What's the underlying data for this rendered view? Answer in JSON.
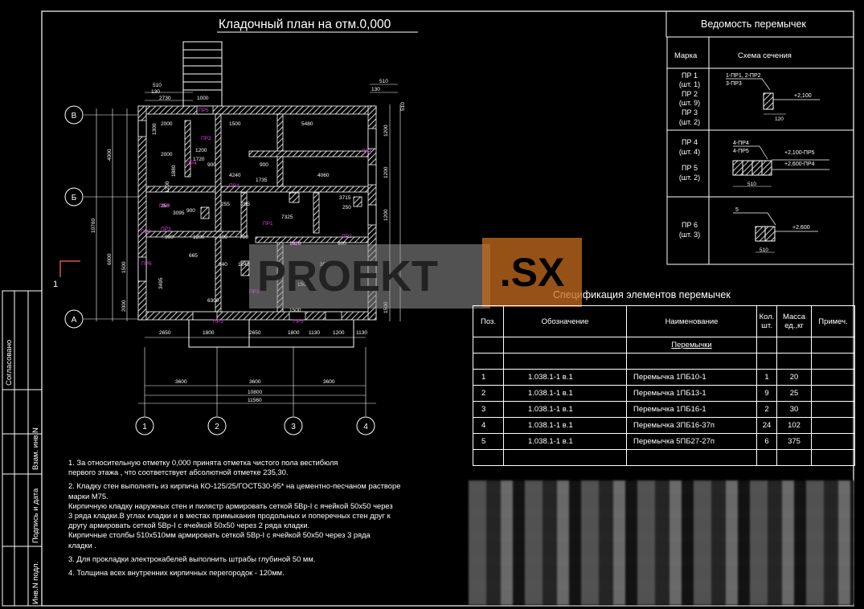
{
  "drawing": {
    "title": "Кладочный план на отм.0,000",
    "axes_rows": [
      "В",
      "Б",
      "А"
    ],
    "axes_cols": [
      "1",
      "2",
      "3",
      "4"
    ],
    "section_mark": "1",
    "dims_top": [
      "510",
      "130",
      "2730",
      "1000",
      "510",
      "130"
    ],
    "dims_bottom_row1": [
      "2650",
      "1800",
      "2650",
      "1800",
      "1130",
      "1200",
      "1130"
    ],
    "dims_bottom_row2": [
      "3600",
      "3600",
      "3600"
    ],
    "dims_bottom_total1": "10800",
    "dims_bottom_total2": "11560",
    "dims_left": [
      "10760",
      "4000",
      "6000",
      "2000",
      "1500",
      "1300",
      "1880"
    ],
    "dims_right": [
      "510",
      "1200",
      "1200",
      "1200",
      "1500",
      "1500"
    ],
    "room_dims": [
      "2000",
      "1500",
      "5480",
      "2000",
      "1200",
      "900",
      "1720",
      "900",
      "4240",
      "1735",
      "4060",
      "3095",
      "900",
      "7325",
      "250",
      "3715",
      "250",
      "900",
      "1200",
      "700",
      "1620",
      "900",
      "700",
      "940",
      "1245",
      "1020",
      "3495",
      "6300",
      "1500",
      "1500",
      "300",
      "1200",
      "255",
      "255",
      "665"
    ],
    "lintel_tags": [
      "ПР5",
      "ПР2",
      "ПР4",
      "ПР4",
      "ПР1",
      "ПР2",
      "ПР2",
      "ПР5",
      "ПР4",
      "ПР1",
      "ПР6",
      "ПР6",
      "ПР3",
      "ПР3",
      "ПР3"
    ]
  },
  "watermark": {
    "part1": "PROEKT",
    "part2": ".SX"
  },
  "stamp_side": {
    "labels": [
      "Согласовано",
      "Взам. инв.N",
      "Подпись и дата",
      "Инв.N подл."
    ]
  },
  "vedomost": {
    "title": "Ведомость перемычек",
    "headers": [
      "Марка",
      "Схема сечения"
    ],
    "rows": [
      {
        "marks": [
          "ПР 1",
          "(шт. 1)",
          "ПР 2",
          "(шт. 9)",
          "ПР 3",
          "(шт. 2)"
        ],
        "labels": [
          "1-ПР1, 2-ПР2",
          "3-ПР3",
          "+2,100",
          "120"
        ]
      },
      {
        "marks": [
          "ПР 4",
          "(шт. 4)",
          "ПР 5",
          "(шт. 2)"
        ],
        "labels": [
          "4-ПР4",
          "4-ПР5",
          "+2,100-ПР5",
          "+2,600-ПР4",
          "510"
        ]
      },
      {
        "marks": [
          "ПР 6",
          "(шт. 3)"
        ],
        "labels": [
          "5",
          "+2,600",
          "510"
        ]
      }
    ]
  },
  "spec": {
    "title": "Спецификация элементов перемычек",
    "headers": [
      "Поз.",
      "Обозначение",
      "Наименование",
      "Кол. шт.",
      "Масса ед.,кг",
      "Примеч."
    ],
    "group": "Перемычки",
    "rows": [
      [
        "1",
        "1.038.1-1 в.1",
        "Перемычка 1ПБ10-1",
        "1",
        "20",
        ""
      ],
      [
        "2",
        "1.038.1-1 в.1",
        "Перемычка 1ПБ13-1",
        "9",
        "25",
        ""
      ],
      [
        "3",
        "1.038.1-1 в.1",
        "Перемычка 1ПБ16-1",
        "2",
        "30",
        ""
      ],
      [
        "4",
        "1.038.1-1 в.1",
        "Перемычка 3ПБ16-37п",
        "24",
        "102",
        ""
      ],
      [
        "5",
        "1.038.1-1 в.1",
        "Перемычка 5ПБ27-27п",
        "6",
        "375",
        ""
      ]
    ]
  },
  "notes": [
    "1. За относительную отметку 0,000 принята отметка чистого пола вестибюля\nпервого этажа , что соответствует абсолютной отметке 235,30.",
    "2. Кладку стен выполнять из  кирпича КО-125/25/ГОСТ530-95* на цементно-песчаном растворе\nмарки М75.\nКирпичную кладку наружных стен и пилястр армировать сеткой 5Вр-I с ячейкой 50х50 через\n3 ряда   кладки.В углах кладки и в местах примыкания продольных и поперечных стен друг к\nдругу армировать сеткой 5Вр-I с ячейкой 50х50 через 2 ряда кладки.\n Кирпичные столбы 510х510мм армировать сеткой 5Вр-I с ячейкой 50х50 через 3 ряда\nкладки .",
    "3. Для прокладки электрокабелей выполнить штрабы глубиной 50 мм.",
    "4. Толщина всех внутренних кирпичных перегородок - 120мм."
  ]
}
